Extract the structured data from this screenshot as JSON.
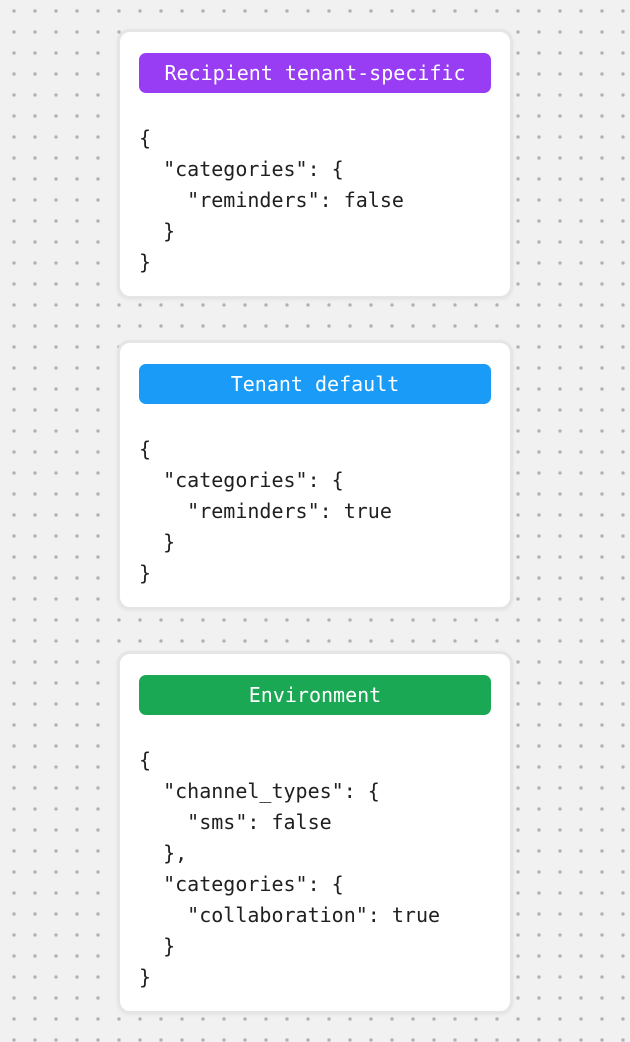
{
  "page": {
    "background_color": "#f2f1f1",
    "dot_color": "#b2afaf",
    "card_background": "#ffffff",
    "card_border_color": "#e5e4e6",
    "code_text_color": "#202020"
  },
  "cards": [
    {
      "badge": {
        "label": "Recipient tenant-specific",
        "color": "#993df5",
        "text_color": "#ffffff"
      },
      "code": "{\n  \"categories\": {\n    \"reminders\": false\n  }\n}"
    },
    {
      "badge": {
        "label": "Tenant default",
        "color": "#199bf7",
        "text_color": "#ffffff"
      },
      "code": "{\n  \"categories\": {\n    \"reminders\": true\n  }\n}"
    },
    {
      "badge": {
        "label": "Environment",
        "color": "#1aa855",
        "text_color": "#ffffff"
      },
      "code": "{\n  \"channel_types\": {\n    \"sms\": false\n  },\n  \"categories\": {\n    \"collaboration\": true\n  }\n}"
    }
  ]
}
